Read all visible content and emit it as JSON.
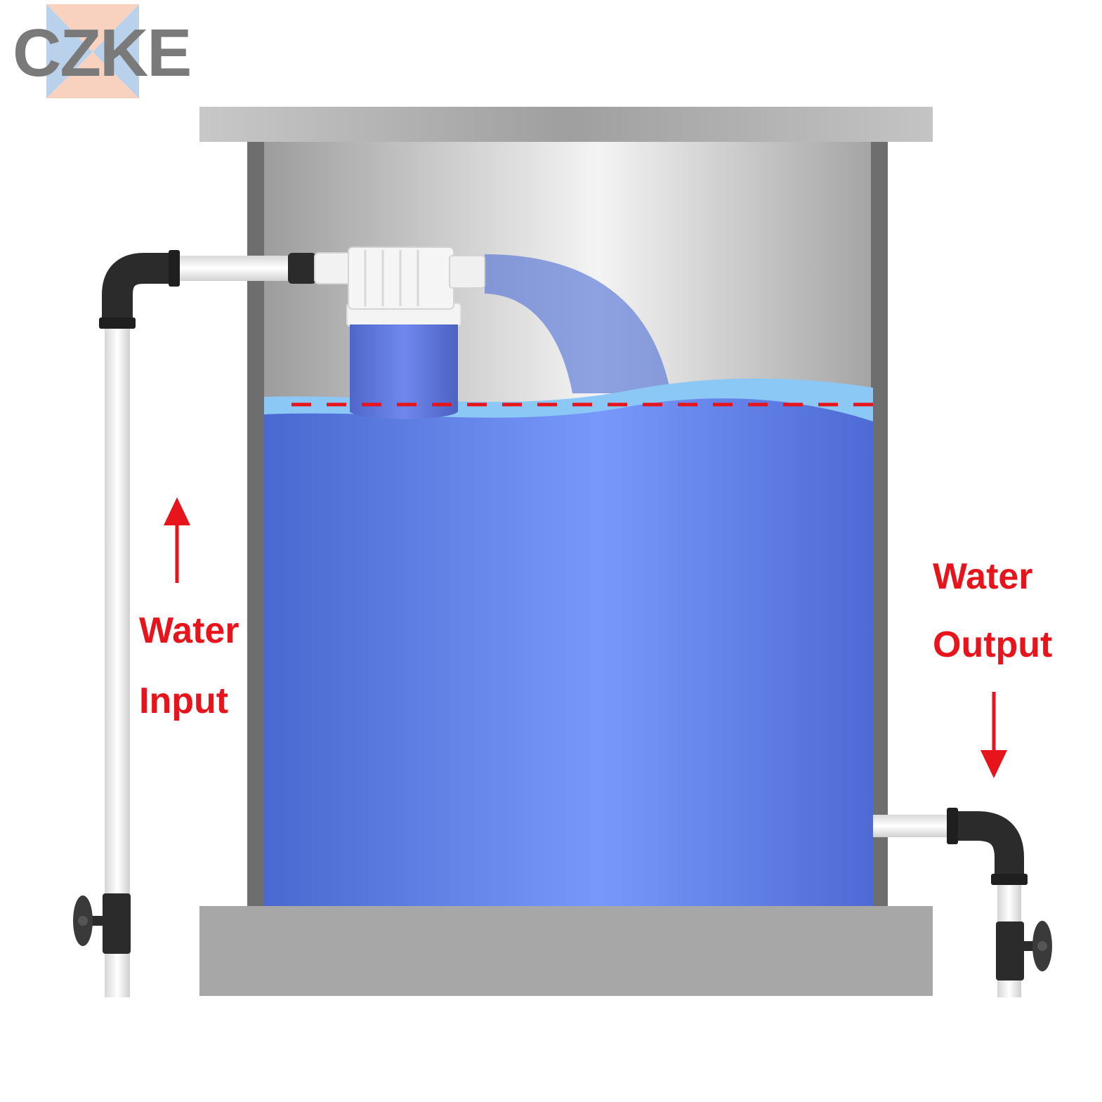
{
  "brand": {
    "name": "CZKE",
    "text_color": "#7a7a7a",
    "mark_colors": [
      "#a9c6e6",
      "#f5c3a8"
    ]
  },
  "labels": {
    "input_line1": "Water",
    "input_line2": "Input",
    "output_line1": "Water",
    "output_line2": "Output",
    "color": "#e8141b"
  },
  "icons": {
    "input_flow": "arrow-up-icon",
    "output_flow": "arrow-down-icon",
    "valve": "valve-handle-icon",
    "float_valve": "float-valve-icon"
  },
  "colors": {
    "water": "#5e84ee",
    "water_surface": "#8cc8f5",
    "tank_frame": "#a7a7a7",
    "water_level_line": "#e8141b",
    "pipe": "#f0f0f0",
    "elbow": "#2b2b2b"
  }
}
